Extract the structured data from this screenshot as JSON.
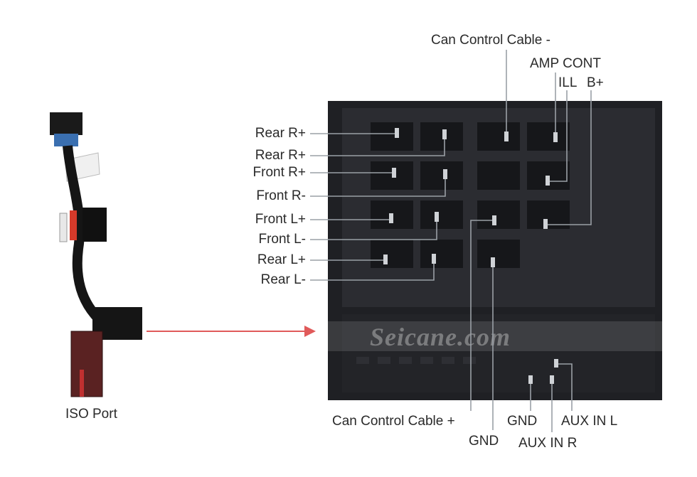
{
  "iso_port_label": "ISO Port",
  "watermark": "Seicane.com",
  "left_labels": [
    "Rear R+",
    "Rear R+",
    "Front R+",
    "Front R-",
    "Front L+",
    "Front L-",
    "Rear L+",
    "Rear L-"
  ],
  "top_labels": {
    "can_control_minus": "Can Control Cable -",
    "amp_cont": "AMP CONT",
    "ill": "ILL",
    "b_plus": "B+"
  },
  "bottom_labels": {
    "can_control_plus": "Can Control Cable +",
    "gnd_left": "GND",
    "gnd_right": "GND",
    "aux_in_r": "AUX IN R",
    "aux_in_l": "AUX IN L"
  },
  "colors": {
    "leader_line": "#9aa0a6",
    "arrow": "#e05a5a",
    "photo_background": "#1f2024"
  }
}
